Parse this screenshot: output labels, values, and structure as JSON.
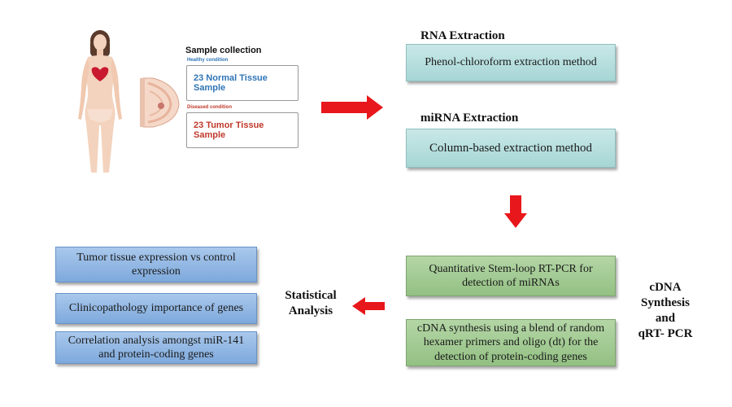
{
  "sample_collection": {
    "title": "Sample collection",
    "healthy_label": "Healthy condition",
    "normal_sample": "23 Normal Tissue Sample",
    "diseased_label": "Diseased condition",
    "tumor_sample": "23 Tumor Tissue Sample"
  },
  "rna": {
    "heading": "RNA Extraction",
    "method": "Phenol-chloroform  extraction method"
  },
  "mirna": {
    "heading": "miRNA Extraction",
    "method": "Column-based extraction method"
  },
  "cdna": {
    "box1": "Quantitative Stem-loop RT-PCR for detection of miRNAs",
    "box2": "cDNA synthesis using a blend of random hexamer primers and oligo (dt) for the detection of protein-coding  genes",
    "side_label_1": "cDNA",
    "side_label_2": "Synthesis",
    "side_label_3": "and",
    "side_label_4": "qRT- PCR"
  },
  "statistical": {
    "label_1": "Statistical",
    "label_2": "Analysis"
  },
  "results": [
    "Tumor tissue expression  vs control expression",
    "Clinicopathology  importance of genes",
    "Correlation analysis amongst  miR-141 and protein-coding  genes"
  ],
  "colors": {
    "arrow": "#e8171b",
    "healthy": "#2e75b6",
    "diseased": "#c0392b",
    "teal_box": "#a6d6d5",
    "green_box": "#93c083",
    "blue_box": "#7ea9dc"
  }
}
